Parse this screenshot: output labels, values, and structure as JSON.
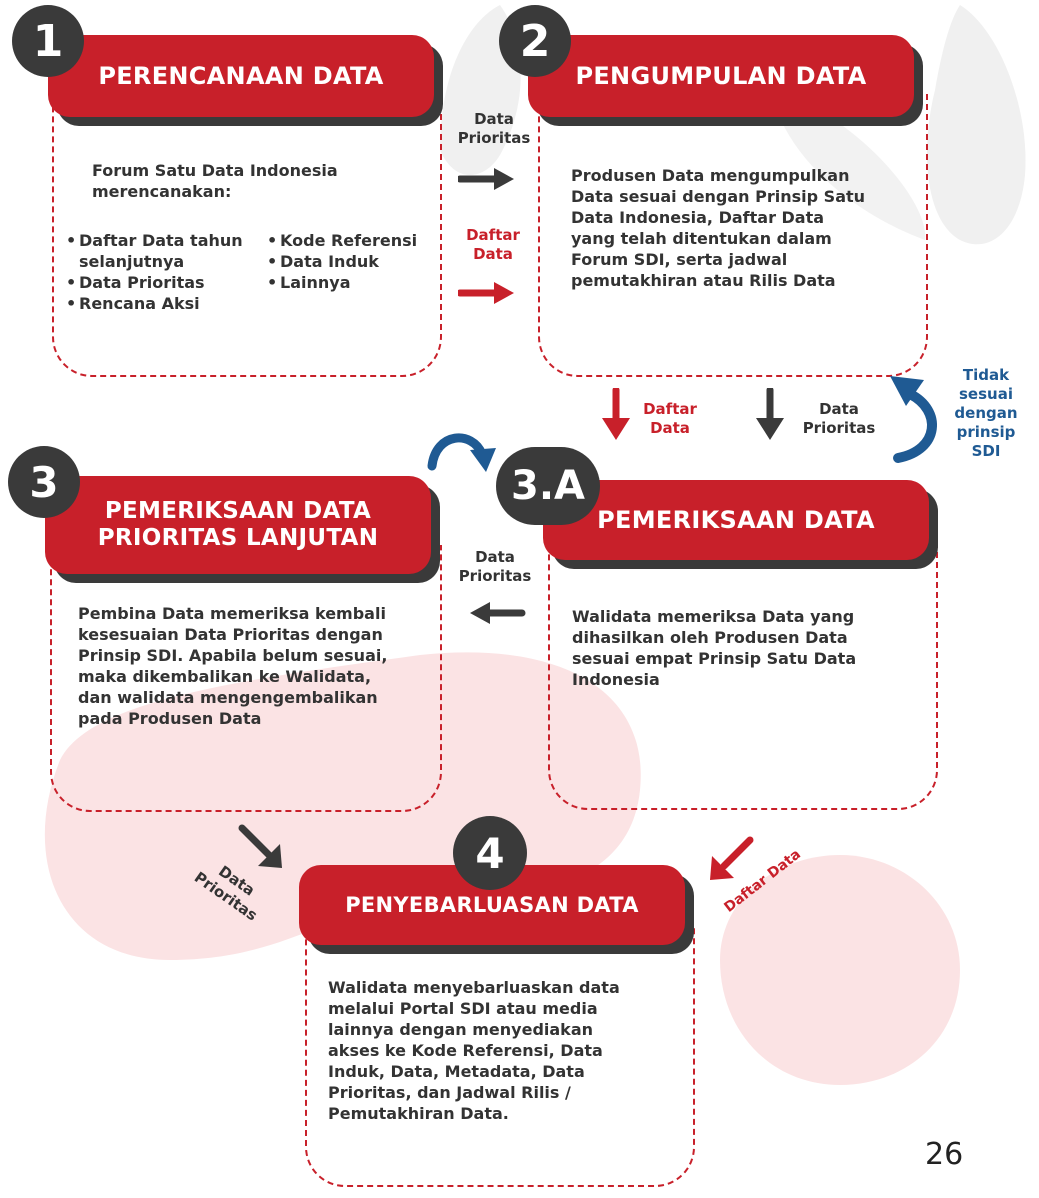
{
  "steps": {
    "s1": {
      "num": "1",
      "title": "PERENCANAAN DATA",
      "intro": "Forum Satu Data Indonesia merencanakan:",
      "list_left": [
        "Daftar Data tahun selanjutnya",
        "Data Prioritas",
        "Rencana Aksi"
      ],
      "list_right": [
        "Kode Referensi",
        "Data Induk",
        "Lainnya"
      ]
    },
    "s2": {
      "num": "2",
      "title": "PENGUMPULAN DATA",
      "body": "Produsen Data mengumpulkan Data sesuai dengan Prinsip Satu Data Indonesia, Daftar Data yang telah ditentukan dalam Forum SDI, serta jadwal pemutakhiran atau Rilis Data"
    },
    "s3": {
      "num": "3",
      "title_line1": "PEMERIKSAAN DATA",
      "title_line2": "PRIORITAS LANJUTAN",
      "body": "Pembina Data memeriksa kembali kesesuaian Data Prioritas dengan Prinsip SDI. Apabila belum sesuai, maka dikembalikan ke Walidata, dan walidata mengengembalikan pada Produsen Data"
    },
    "s3a": {
      "num": "3.A",
      "title": "PEMERIKSAAN DATA",
      "body": "Walidata memeriksa Data yang dihasilkan oleh Produsen Data sesuai empat Prinsip Satu Data Indonesia"
    },
    "s4": {
      "num": "4",
      "title": "PENYEBARLUASAN DATA",
      "body": "Walidata menyebarluaskan data melalui Portal SDI atau media lainnya dengan menyediakan akses ke Kode Referensi, Data Induk, Data, Metadata, Data Prioritas, dan Jadwal Rilis / Pemutakhiran Data."
    }
  },
  "connectors": {
    "c1_2_top": "Data Prioritas",
    "c1_2_bottom": "Daftar Data",
    "c2_down_left": "Daftar Data",
    "c2_down_right": "Data Prioritas",
    "c_return": "Tidak sesuai dengan prinsip SDI",
    "c3a_3": "Data Prioritas",
    "c3_4": "Data Prioritas",
    "c3a_4": "Daftar Data"
  },
  "page_number": "26",
  "colors": {
    "red": "#c8202a",
    "dark": "#3a3a3a",
    "blue": "#1f5a93",
    "blob": "#fbe3e4"
  },
  "icons": [
    "arrow-right-icon",
    "arrow-left-icon",
    "arrow-down-icon",
    "arrow-diagonal-icon",
    "curved-return-arrow-icon",
    "leaf-decoration-icon",
    "blob-decoration-icon"
  ]
}
